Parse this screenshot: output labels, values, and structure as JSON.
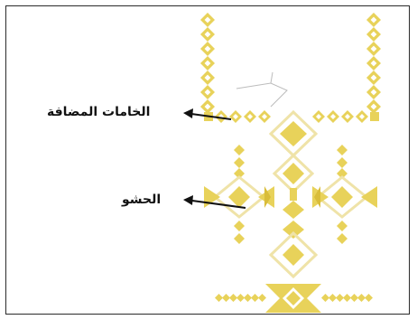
{
  "figure": {
    "labels": {
      "added_materials": "الخامات المضافة",
      "filling": "الحشو"
    },
    "colors": {
      "motif": "#e8d25a",
      "motif_dark": "#d9bd3a",
      "outline": "#efe3a8",
      "arrow": "#111111",
      "border": "#2b2b2b",
      "sketch": "#bcbcbc"
    },
    "description_icons": [
      "embroidery-motif",
      "arrow-icon"
    ]
  }
}
